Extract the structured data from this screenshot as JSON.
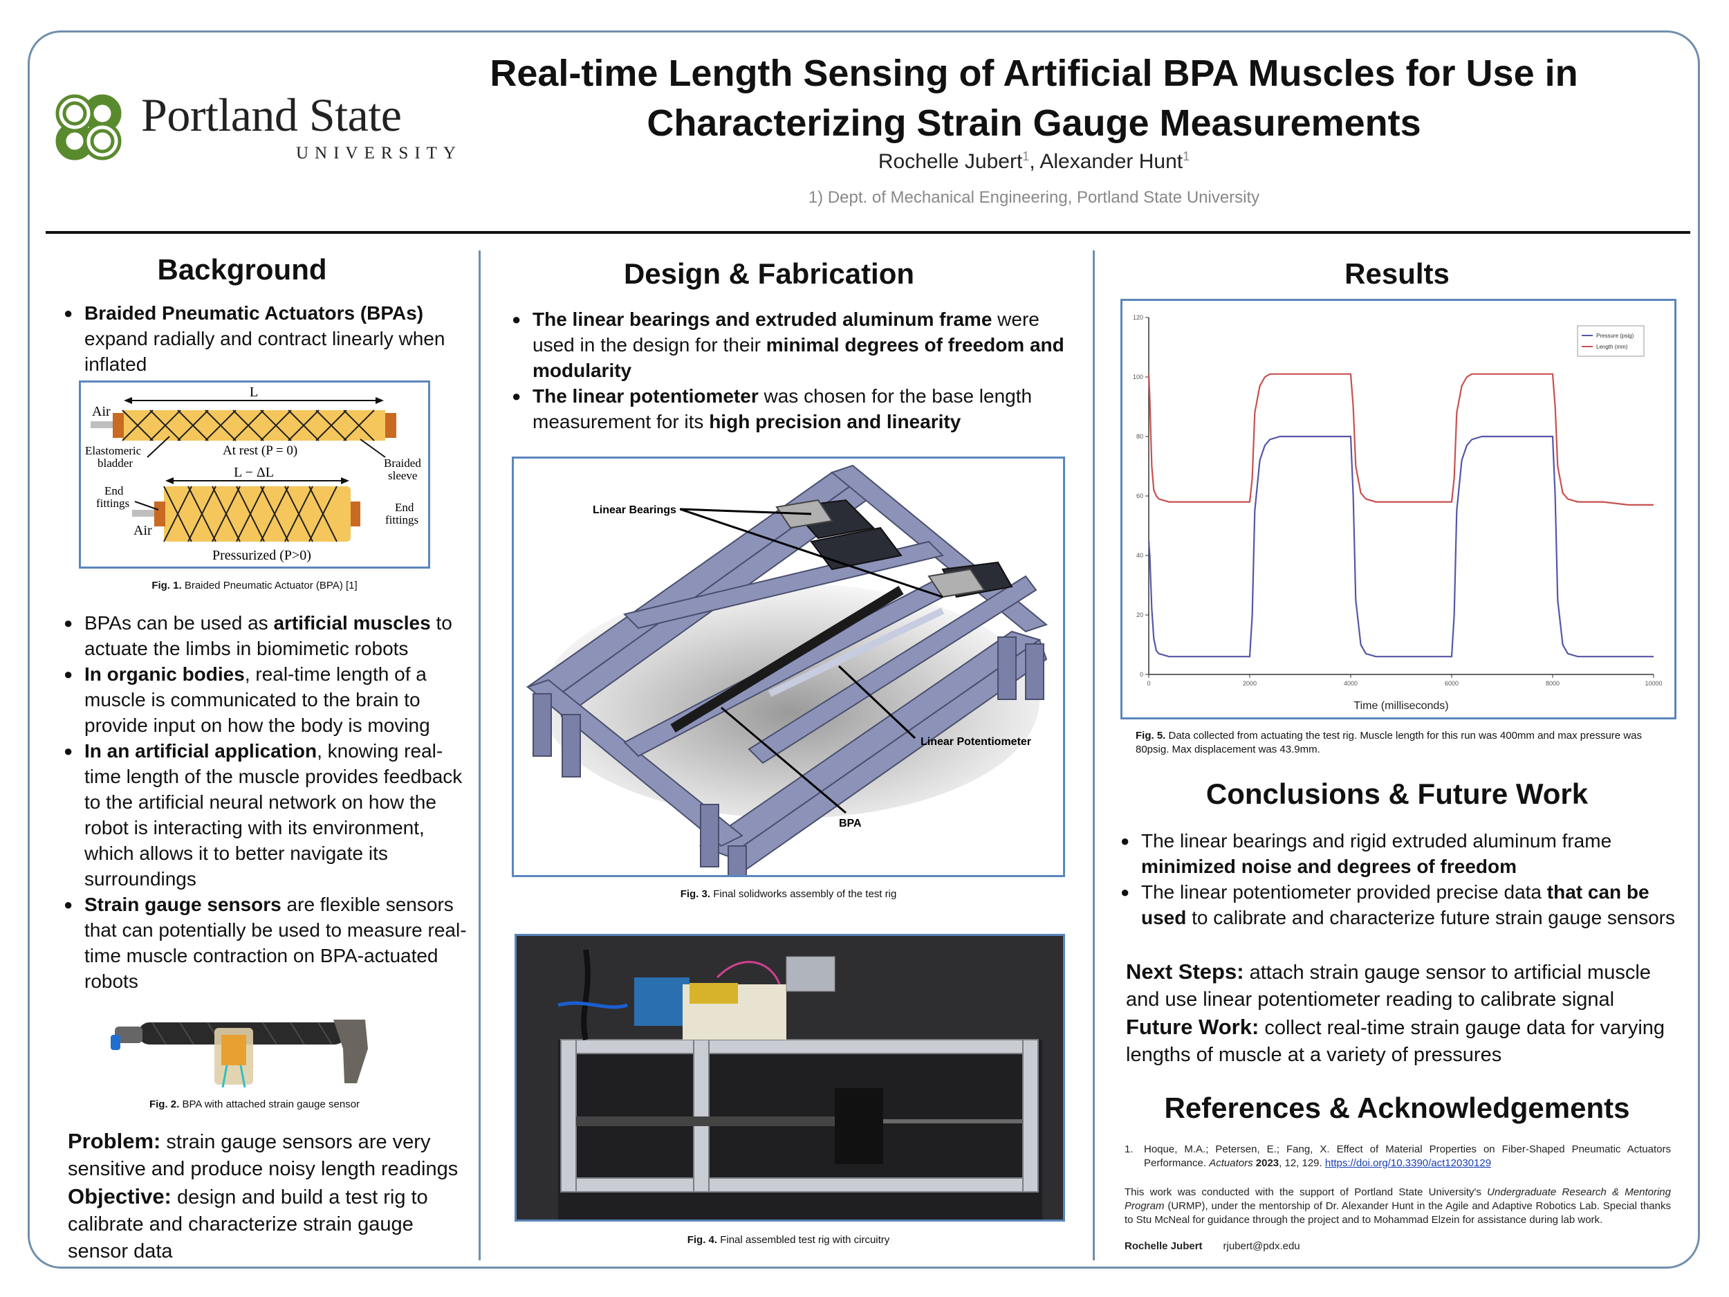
{
  "header": {
    "logo_name": "Portland State",
    "logo_sub": "UNIVERSITY",
    "title_line1": "Real-time Length Sensing of Artificial BPA Muscles for Use in",
    "title_line2": "Characterizing Strain Gauge Measurements",
    "author1": "Rochelle Jubert",
    "author2": "Alexander Hunt",
    "author_sup": "1",
    "author_sep": ", ",
    "affiliation": "1) Dept. of Mechanical Engineering, Portland State University"
  },
  "background": {
    "heading": "Background",
    "b1_bold": "Braided Pneumatic Actuators (BPAs)",
    "b1_rest": " expand radially and contract linearly when inflated",
    "fig1": {
      "label": "Fig. 1.",
      "text": " Braided Pneumatic Actuator (BPA) [1]",
      "l_top": "L",
      "air1": "Air",
      "elastomeric": "Elastomeric",
      "bladder": "bladder",
      "at_rest": "At rest (P = 0)",
      "braided": "Braided",
      "sleeve": "sleeve",
      "l_minus": "L − ΔL",
      "end": "End",
      "fittings": "fittings",
      "air2": "Air",
      "end2": "End",
      "fittings2": "fittings",
      "pressurized": "Pressurized (P>0)"
    },
    "b2_pre": "BPAs can be used as ",
    "b2_bold": "artificial muscles",
    "b2_rest": " to actuate the limbs in biomimetic robots",
    "b3_bold": "In organic bodies",
    "b3_rest": ", real-time length of a muscle is communicated  to the brain to provide input on how the body is moving",
    "b4_bold": "In an artificial application",
    "b4_rest": ", knowing real-time length of the muscle provides feedback to the artificial neural network on how the robot is interacting with its environment, which allows it to better navigate its surroundings",
    "b5_bold": "Strain gauge sensors",
    "b5_rest": " are flexible sensors that can potentially be used to measure real-time muscle contraction on BPA-actuated robots",
    "fig2": {
      "label": "Fig. 2.",
      "text": " BPA with attached strain gauge sensor"
    },
    "problem_label": "Problem:",
    "problem_text": " strain gauge sensors are very sensitive and produce noisy length readings",
    "objective_label": "Objective:",
    "objective_text": " design and build a test rig to calibrate and characterize strain gauge sensor data"
  },
  "design": {
    "heading": "Design & Fabrication",
    "b1_bold": "The linear bearings and extruded aluminum frame",
    "b1_mid": " were used in the design for their ",
    "b1_bold2": "minimal degrees of freedom and modularity",
    "b2_bold": "The linear potentiometer",
    "b2_mid": " was chosen for the base length measurement for its ",
    "b2_bold2": "high precision and linearity",
    "fig3": {
      "label": "Fig. 3.",
      "text": " Final solidworks assembly of the test rig",
      "lbl_bearings": "Linear Bearings",
      "lbl_pot": "Linear Potentiometer",
      "lbl_bpa": "BPA"
    },
    "fig4": {
      "label": "Fig. 4.",
      "text": " Final assembled test rig with circuitry"
    }
  },
  "results": {
    "heading": "Results",
    "fig5": {
      "label": "Fig. 5.",
      "text": " Data collected from actuating the test rig. Muscle length for this run was 400mm and max pressure was 80psig. Max displacement was 43.9mm."
    }
  },
  "chart_data": {
    "type": "line",
    "xlabel": "Time (milliseconds)",
    "ylabel": "",
    "xlim": [
      0,
      10000
    ],
    "ylim": [
      0,
      120
    ],
    "x_ticks": [
      0,
      2000,
      4000,
      6000,
      8000,
      10000
    ],
    "y_ticks": [
      0,
      20,
      40,
      60,
      80,
      100,
      120
    ],
    "legend_position": "top-right",
    "series": [
      {
        "name": "Pressure (psig)",
        "color": "#5556a8",
        "x": [
          0,
          20,
          60,
          100,
          150,
          200,
          400,
          800,
          1200,
          1600,
          2000,
          2050,
          2100,
          2200,
          2300,
          2400,
          2600,
          3000,
          3500,
          4000,
          4050,
          4100,
          4200,
          4300,
          4500,
          5000,
          5500,
          6000,
          6050,
          6100,
          6200,
          6300,
          6400,
          6600,
          7000,
          7500,
          8000,
          8050,
          8100,
          8200,
          8300,
          8500,
          9000,
          9500,
          10000
        ],
        "y": [
          45,
          40,
          22,
          12,
          8,
          7,
          6,
          6,
          6,
          6,
          6,
          20,
          55,
          72,
          77,
          79,
          80,
          80,
          80,
          80,
          60,
          25,
          10,
          7,
          6,
          6,
          6,
          6,
          20,
          55,
          72,
          77,
          79,
          80,
          80,
          80,
          80,
          60,
          25,
          10,
          7,
          6,
          6,
          6,
          6
        ]
      },
      {
        "name": "Length (mm)",
        "color": "#c85050",
        "x": [
          0,
          20,
          60,
          100,
          150,
          200,
          400,
          800,
          1200,
          1600,
          2000,
          2050,
          2100,
          2200,
          2300,
          2400,
          2600,
          3000,
          3500,
          4000,
          4050,
          4100,
          4200,
          4300,
          4500,
          5000,
          5500,
          6000,
          6050,
          6100,
          6200,
          6300,
          6400,
          6600,
          7000,
          7500,
          8000,
          8050,
          8100,
          8200,
          8300,
          8500,
          9000,
          9500,
          10000
        ],
        "y": [
          101,
          93,
          70,
          62,
          60,
          59,
          58,
          58,
          58,
          58,
          58,
          66,
          88,
          97,
          100,
          101,
          101,
          101,
          101,
          101,
          90,
          70,
          61,
          59,
          58,
          58,
          58,
          58,
          66,
          88,
          97,
          100,
          101,
          101,
          101,
          101,
          101,
          90,
          70,
          61,
          59,
          58,
          58,
          57,
          57
        ]
      }
    ]
  },
  "conclusions": {
    "heading": "Conclusions & Future Work",
    "b1_pre": "The linear bearings and rigid extruded aluminum frame ",
    "b1_bold": "minimized noise and degrees of freedom",
    "b2_pre": "The linear potentiometer provided precise data ",
    "b2_bold": "that can be used",
    "b2_rest": " to calibrate and characterize future strain gauge sensors",
    "next_label": "Next Steps:",
    "next_text": " attach strain gauge sensor to artificial muscle and use linear potentiometer reading to calibrate signal",
    "future_label": "Future Work:",
    "future_text": " collect real-time strain gauge data for varying lengths of muscle at a variety of pressures"
  },
  "references": {
    "heading": "References & Acknowledgements",
    "ref_num": "1.",
    "ref_pre": "Hoque, M.A.; Petersen, E.; Fang, X. Effect of Material Properties on Fiber-Shaped Pneumatic Actuators Performance. ",
    "ref_journal": "Actuators",
    "ref_year": " 2023",
    "ref_vol": ", 12, 129. ",
    "ref_doi": "https://doi.org/10.3390/act12030129",
    "ack_pre": "This work was conducted with the support of Portland State University's ",
    "ack_italic": "Undergraduate Research & Mentoring Program",
    "ack_rest": " (URMP), under the mentorship of Dr. Alexander Hunt in the Agile and Adaptive Robotics Lab. Special thanks to Stu McNeal for guidance through the project and to Mohammad Elzein for assistance during lab work.",
    "contact_name": "Rochelle Jubert",
    "contact_email": "rjubert@pdx.edu"
  },
  "colors": {
    "frame": "#6f8fac",
    "box": "#5b86bd",
    "psu_green": "#5a8a2e"
  }
}
